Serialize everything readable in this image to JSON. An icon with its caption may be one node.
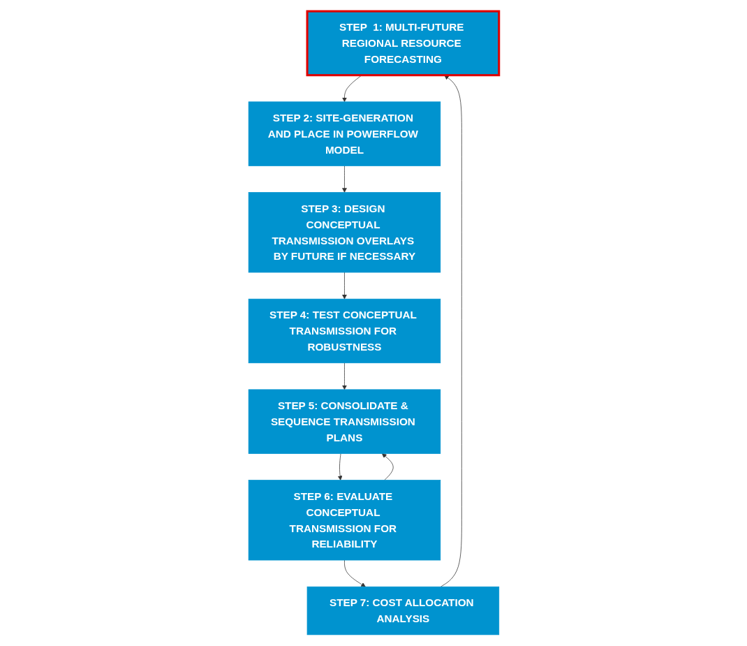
{
  "diagram": {
    "nodes": [
      {
        "text": [
          "STEP  1: MULTI-FUTURE REGIONAL RESOURCE FORECASTING"
        ]
      },
      {
        "text": [
          "STEP 2: SITE-GENERATION AND PLACE IN POWERFLOW MODEL"
        ]
      },
      {
        "text": [
          "STEP 3: DESIGN CONCEPTUAL TRANSMISSION OVERLAYS BY FUTURE IF NECESSARY"
        ]
      },
      {
        "text": [
          "STEP 4: TEST CONCEPTUAL TRANSMISSION FOR ROBUSTNESS"
        ]
      },
      {
        "text": [
          "STEP 5: CONSOLIDATE & SEQUENCE TRANSMISSION PLANS"
        ]
      },
      {
        "text": [
          "STEP 6: EVALUATE CONCEPTUAL TRANSMISSION FOR RELIABILITY"
        ]
      },
      {
        "text": [
          "STEP 7: COST ALLOCATION ANALYSIS"
        ]
      }
    ],
    "edges": [
      {
        "from": 0,
        "to": 1,
        "arrow": "to"
      },
      {
        "from": 1,
        "to": 2,
        "arrow": "to"
      },
      {
        "from": 2,
        "to": 3,
        "arrow": "to"
      },
      {
        "from": 3,
        "to": 4,
        "arrow": "to"
      },
      {
        "from": 4,
        "to": 5,
        "arrow": "to"
      },
      {
        "from": 5,
        "to": 6,
        "arrow": "to"
      },
      {
        "from": 6,
        "to": 0,
        "arrow": "to"
      },
      {
        "from": 5,
        "to": 4,
        "arrow": "to"
      }
    ]
  }
}
